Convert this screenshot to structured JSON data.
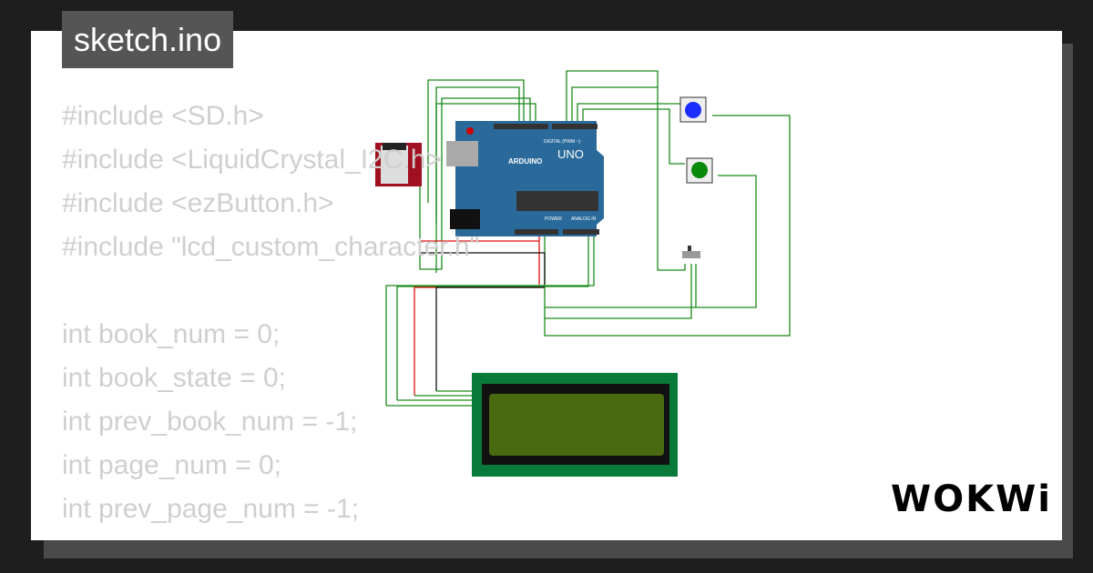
{
  "title": "sketch.ino",
  "code_lines": [
    "#include <SD.h>",
    "#include <LiquidCrystal_I2C.h>",
    "#include <ezButton.h>",
    "#include \"lcd_custom_character.h\"",
    "",
    "int book_num = 0;",
    "int book_state = 0;",
    "int prev_book_num = -1;",
    "int page_num = 0;",
    "int prev_page_num = -1;"
  ],
  "board": {
    "brand": "ARDUINO",
    "model": "UNO",
    "digital_label": "DIGITAL (PWM ~)",
    "power_label": "POWER",
    "analog_label": "ANALOG IN"
  },
  "buttons": [
    {
      "color": "#1a2eff"
    },
    {
      "color": "#0a8a0a"
    }
  ],
  "colors": {
    "wire": "#1a8a1a",
    "board": "#2a6a9a",
    "lcd_pcb": "#0a7a3a",
    "lcd_screen": "#4a6a10",
    "sd_module": "#a01020"
  },
  "logo": "WOKWi"
}
